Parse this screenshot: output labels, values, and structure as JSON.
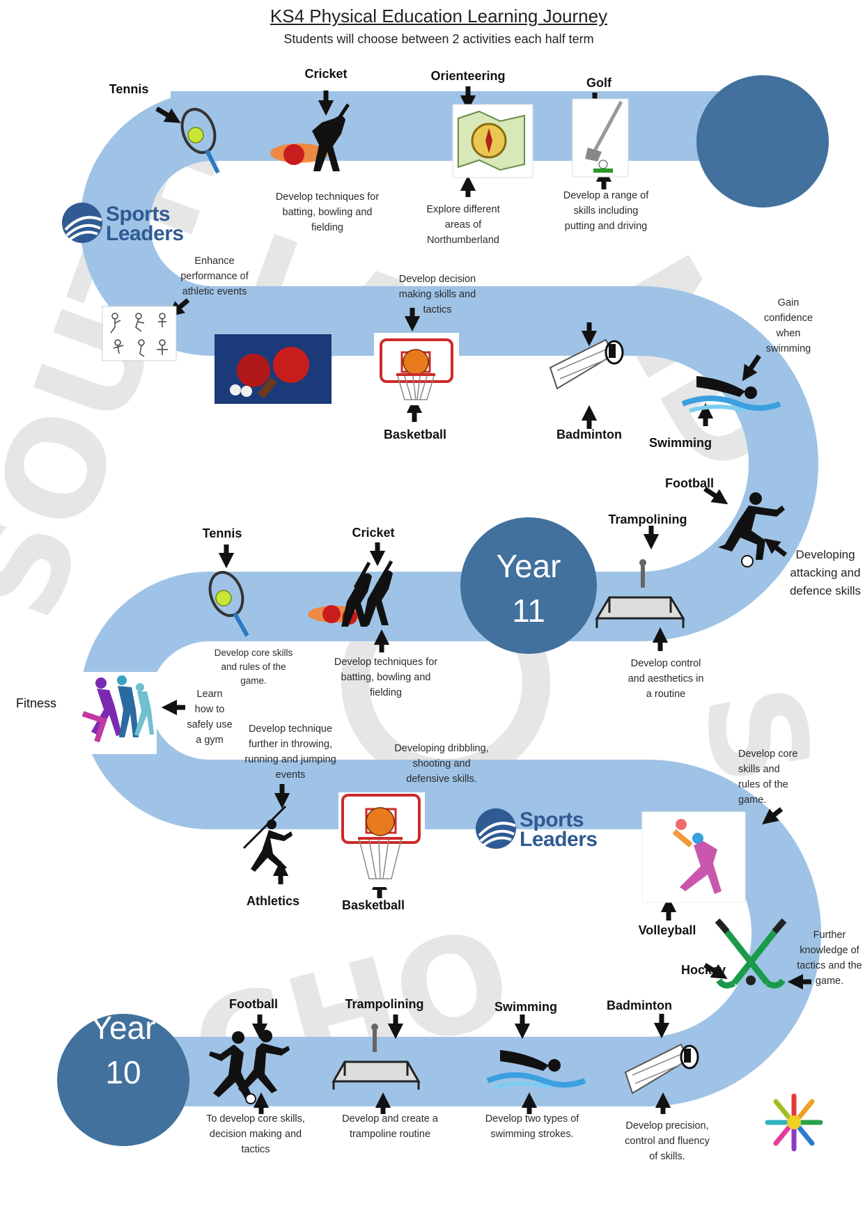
{
  "title": "KS4 Physical Education Learning Journey",
  "subtitle": "Students will choose between 2 activities each half term",
  "colors": {
    "track": "#9fc3e6",
    "year_circle": "#41719c",
    "watermark": "#e2e2e2",
    "logo_blue": "#2f5a93"
  },
  "year11": {
    "line1": "Year",
    "line2": "11"
  },
  "year10": {
    "line1": "Year",
    "line2": "10"
  },
  "sports_leaders": {
    "line1": "Sports",
    "line2": "Leaders"
  },
  "school_logo": "SOUTHLANDS SCHOOL",
  "activities": {
    "tennis_top": "Tennis",
    "cricket_top": "Cricket",
    "orienteering": "Orienteering",
    "golf": "Golf",
    "basketball_top": "Basketball",
    "badminton_top": "Badminton",
    "swimming_top": "Swimming",
    "football_top": "Football",
    "trampolining_mid": "Trampolining",
    "tennis_mid": "Tennis",
    "cricket_mid": "Cricket",
    "fitness": "Fitness",
    "athletics": "Athletics",
    "basketball_mid": "Basketball",
    "volleyball": "Volleyball",
    "hockey": "Hockey",
    "football_bottom": "Football",
    "trampolining_bottom": "Trampolining",
    "swimming_bottom": "Swimming",
    "badminton_bottom": "Badminton"
  },
  "descriptions": {
    "cricket_top": "Develop techniques for batting, bowling and fielding",
    "orienteering": "Explore different areas of Northumberland",
    "golf": "Develop a range of skills including putting and driving",
    "athletics_top": "Enhance performance of athletic events",
    "basketball_top": "Develop decision making skills and tactics",
    "swimming_top": "Gain confidence when swimming",
    "football_top": "Developing attacking and defence skills",
    "tennis_mid": "Develop core skills and rules of the game.",
    "cricket_mid": "Develop techniques for batting, bowling and fielding",
    "trampolining_mid": "Develop control and aesthetics in a routine",
    "fitness": "Learn how to safely use a gym",
    "athletics": "Develop technique further in throwing, running and jumping events",
    "basketball_mid": "Developing dribbling, shooting and defensive skills.",
    "volleyball": "Develop core skills and rules of the game.",
    "hockey": "Further knowledge of tactics and the game.",
    "football_bottom": "To develop core skills, decision making and tactics",
    "trampolining_bottom": "Develop and create a trampoline routine",
    "swimming_bottom": "Develop two types of swimming strokes.",
    "badminton_bottom": "Develop precision, control and fluency of skills."
  }
}
